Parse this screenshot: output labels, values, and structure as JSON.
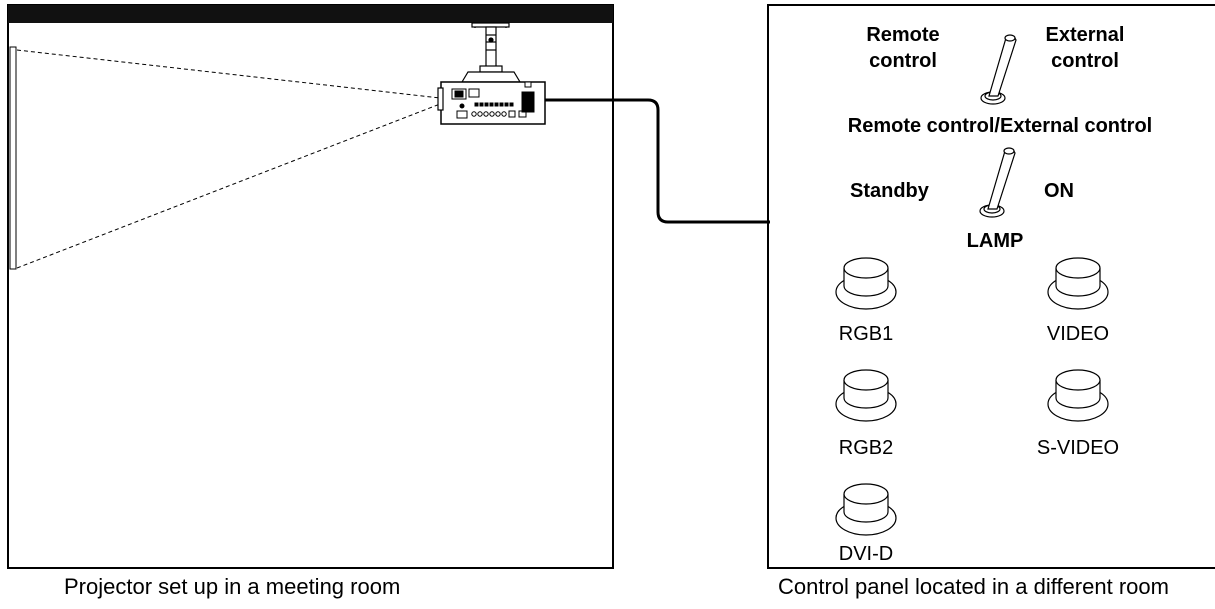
{
  "meeting_room": {
    "caption": "Projector set up in a meeting room"
  },
  "control_room": {
    "caption": "Control panel located in a different room",
    "switches": [
      {
        "left_label": "Remote\ncontrol",
        "right_label": "External\ncontrol",
        "name_label": "Remote control/External control"
      },
      {
        "left_label": "Standby",
        "right_label": "ON",
        "name_label": "LAMP"
      }
    ],
    "buttons": [
      {
        "label": "RGB1"
      },
      {
        "label": "VIDEO"
      },
      {
        "label": "RGB2"
      },
      {
        "label": "S-VIDEO"
      },
      {
        "label": "DVI-D"
      }
    ]
  }
}
